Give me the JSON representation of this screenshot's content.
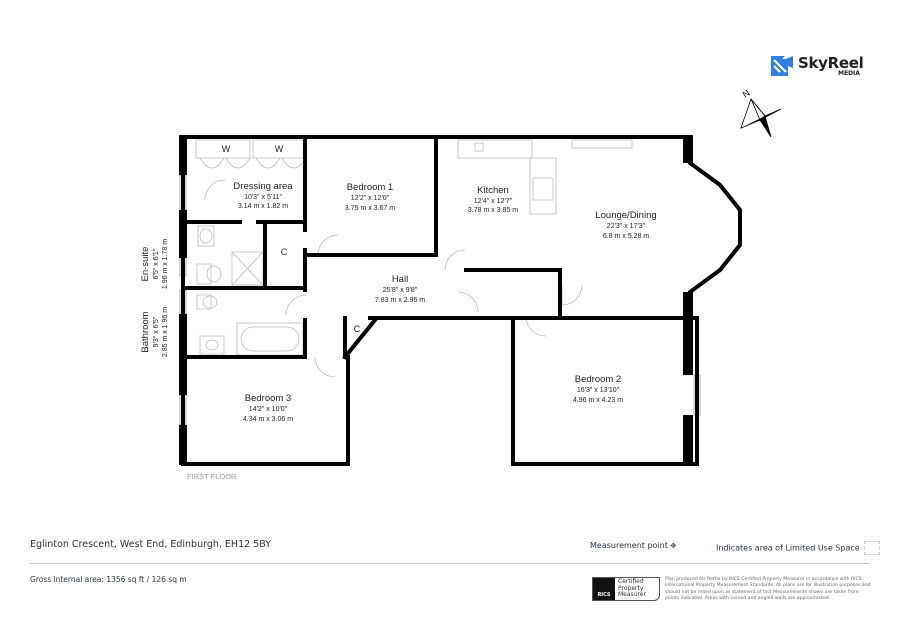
{
  "brand": {
    "name": "SkyReel",
    "sub": "MEDIA",
    "color": "#2f7fe0"
  },
  "compass": {
    "label": "N"
  },
  "floor_label": "FIRST FLOOR",
  "rooms": {
    "dressing": {
      "name": "Dressing area",
      "imperial": "10'3\" x 5'11\"",
      "metric": "3.14 m x 1.82 m"
    },
    "bedroom1": {
      "name": "Bedroom 1",
      "imperial": "12'2\" x 12'0\"",
      "metric": "3.75 m x 3.67 m"
    },
    "kitchen": {
      "name": "Kitchen",
      "imperial": "12'4\" x 12'7\"",
      "metric": "3.78 m x 3.85 m"
    },
    "lounge": {
      "name": "Lounge/Dining",
      "imperial": "22'3\" x 17'3\"",
      "metric": "6.8 m x 5.28 m"
    },
    "ensuite": {
      "name": "En-suite",
      "imperial": "6'5\" x 6'1\"",
      "metric": "1.96 m x 1.78 m"
    },
    "bathroom": {
      "name": "Bathroom",
      "imperial": "9'3\" x 6'5\"",
      "metric": "2.85 m x 1.96 m"
    },
    "hall": {
      "name": "Hall",
      "imperial": "25'8\" x 9'8\"",
      "metric": "7.83 m x 2.96 m"
    },
    "bedroom2": {
      "name": "Bedroom 2",
      "imperial": "16'3\" x 13'10\"",
      "metric": "4.96 m x 4.23 m"
    },
    "bedroom3": {
      "name": "Bedroom 3",
      "imperial": "14'2\" x 10'0\"",
      "metric": "4.34 m x 3.06 m"
    }
  },
  "markers": {
    "wardrobe": "W",
    "cupboard": "C"
  },
  "footer": {
    "address": "Eglinton Crescent, West End, Edinburgh, EH12 5BY",
    "measurement_point": "Measurement point",
    "limited_use": "Indicates area of  Limited Use Space",
    "gross_area": "Gross internal area: 1356 sq ft / 126 sq m",
    "rics_badge": "RICS",
    "certified": "Certified Property Measurer",
    "disclaimer": "Plan produced for Rettie by RICS Certified Property Measurer in accordance with RICS International Property Measurement Standards. All plans are for illustration purposes and should not be relied upon as statement of fact Measurements shown are taken from points indicated. Areas with curved and angled walls are approximated."
  }
}
